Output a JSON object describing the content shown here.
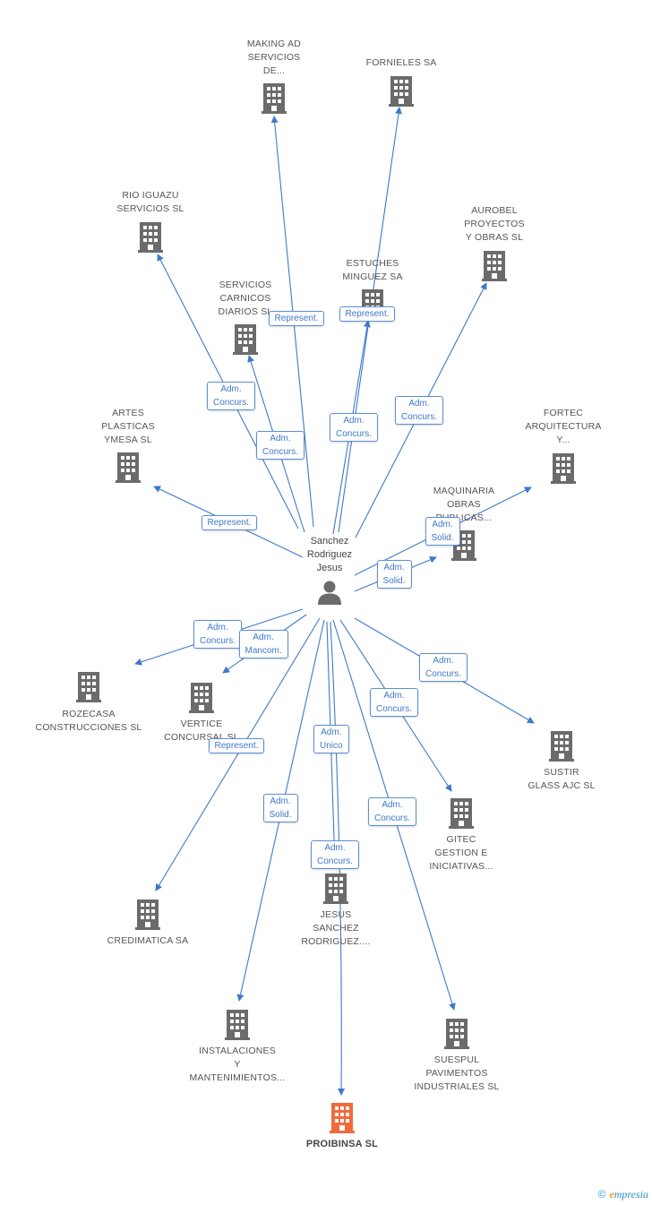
{
  "center": {
    "label": "Sanchez\nRodriguez\nJesus",
    "icon": "person-icon"
  },
  "colors": {
    "edge": "#3f79c9",
    "building": "#6b6b6b",
    "target": "#f26a3c"
  },
  "nodes": [
    {
      "id": "making",
      "label": "MAKING AD\nSERVICIOS\nDE..."
    },
    {
      "id": "fornieles",
      "label": "FORNIELES SA"
    },
    {
      "id": "rio",
      "label": "RIO IGUAZU\nSERVICIOS SL"
    },
    {
      "id": "aurobel",
      "label": "AUROBEL\nPROYECTOS\nY OBRAS SL"
    },
    {
      "id": "estuches",
      "label": "ESTUCHES\nMINGUEZ SA"
    },
    {
      "id": "carnicos",
      "label": "SERVICIOS\nCARNICOS\nDIARIOS SL"
    },
    {
      "id": "artes",
      "label": "ARTES\nPLASTICAS\nYMESA SL"
    },
    {
      "id": "fortec",
      "label": "FORTEC\nARQUITECTURA\nY..."
    },
    {
      "id": "maquinaria",
      "label": "MAQUINARIA\nOBRAS\nPUBLICAS..."
    },
    {
      "id": "rozecasa",
      "label": "ROZECASA\nCONSTRUCCIONES SL"
    },
    {
      "id": "vertice",
      "label": "VERTICE\nCONCURSAL SL"
    },
    {
      "id": "sustir",
      "label": "SUSTIR\nGLASS AJC SL"
    },
    {
      "id": "gitec",
      "label": "GITEC\nGESTION E\nINICIATIVAS..."
    },
    {
      "id": "credimatica",
      "label": "CREDIMATICA SA"
    },
    {
      "id": "jesus",
      "label": "JESUS\nSANCHEZ\nRODRIGUEZ...."
    },
    {
      "id": "instalaciones",
      "label": "INSTALACIONES\nY\nMANTENIMIENTOS..."
    },
    {
      "id": "suespul",
      "label": "SUESPUL\nPAVIMENTOS\nINDUSTRIALES SL"
    },
    {
      "id": "proibinsa",
      "label": "PROIBINSA SL"
    }
  ],
  "edges": [
    {
      "to": "making",
      "role": "Represent."
    },
    {
      "to": "fornieles",
      "role": "Represent."
    },
    {
      "to": "rio",
      "role": "Adm.\nConcurs."
    },
    {
      "to": "carnicos",
      "role": "Adm.\nConcurs."
    },
    {
      "to": "estuches",
      "role": "Adm.\nConcurs."
    },
    {
      "to": "aurobel",
      "role": "Adm.\nConcurs."
    },
    {
      "to": "artes",
      "role": "Represent."
    },
    {
      "to": "fortec",
      "role": "Adm.\nSolid."
    },
    {
      "to": "maquinaria",
      "role": "Adm.\nSolid."
    },
    {
      "to": "rozecasa",
      "role": "Adm.\nConcurs."
    },
    {
      "to": "vertice",
      "role": "Adm.\nMancom."
    },
    {
      "to": "sustir",
      "role": "Adm.\nConcurs."
    },
    {
      "to": "gitec",
      "role": "Adm.\nConcurs."
    },
    {
      "to": "credimatica",
      "role": "Represent."
    },
    {
      "to": "jesus",
      "role": "Adm.\nUnico"
    },
    {
      "to": "instalaciones",
      "role": "Adm.\nSolid."
    },
    {
      "to": "suespul",
      "role": "Adm.\nConcurs."
    },
    {
      "to": "proibinsa",
      "role": "Adm.\nConcurs."
    }
  ],
  "footer": {
    "copyright": "©",
    "brand_first": "e",
    "brand_rest": "mpresia"
  }
}
